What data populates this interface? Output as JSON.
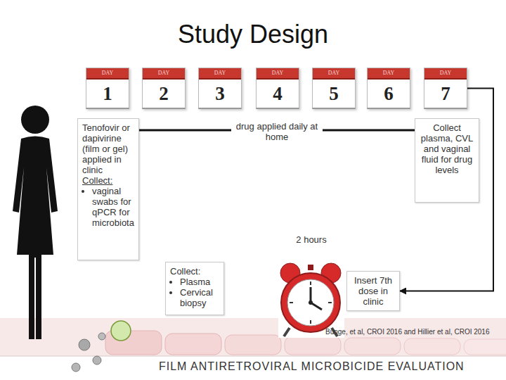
{
  "diagram": {
    "title": "Study Design",
    "nodes": [
      {
        "text": [
          "DAY",
          "1"
        ]
      },
      {
        "text": [
          "DAY",
          "2"
        ]
      },
      {
        "text": [
          "DAY",
          "3"
        ]
      },
      {
        "text": [
          "DAY",
          "4"
        ]
      },
      {
        "text": [
          "DAY",
          "5"
        ]
      },
      {
        "text": [
          "DAY",
          "6"
        ]
      },
      {
        "text": [
          "DAY",
          "7"
        ]
      },
      {
        "text": [
          "Tenofovir or dapivirine (film or gel) applied in clinic",
          "Collect:",
          "vaginal swabs for qPCR for microbiota"
        ]
      },
      {
        "text": [
          "Collect plasma, CVL and vaginal fluid for drug levels"
        ]
      },
      {
        "text": [
          "Insert 7th dose in clinic"
        ]
      },
      {
        "text": [
          "Collect:",
          "Plasma",
          "Cervical biopsy"
        ]
      }
    ],
    "edges": [
      {
        "from": 7,
        "to": 8,
        "arrow": "none",
        "label": "drug applied daily at home"
      },
      {
        "from": 6,
        "to": 9,
        "arrow": "to"
      }
    ],
    "labels": [
      "2 hours",
      "Bunge, et al, CROI 2016 and Hillier et al, CROI 2016",
      "FILM ANTIRETROVIRAL MICROBICIDE EVALUATION"
    ]
  }
}
